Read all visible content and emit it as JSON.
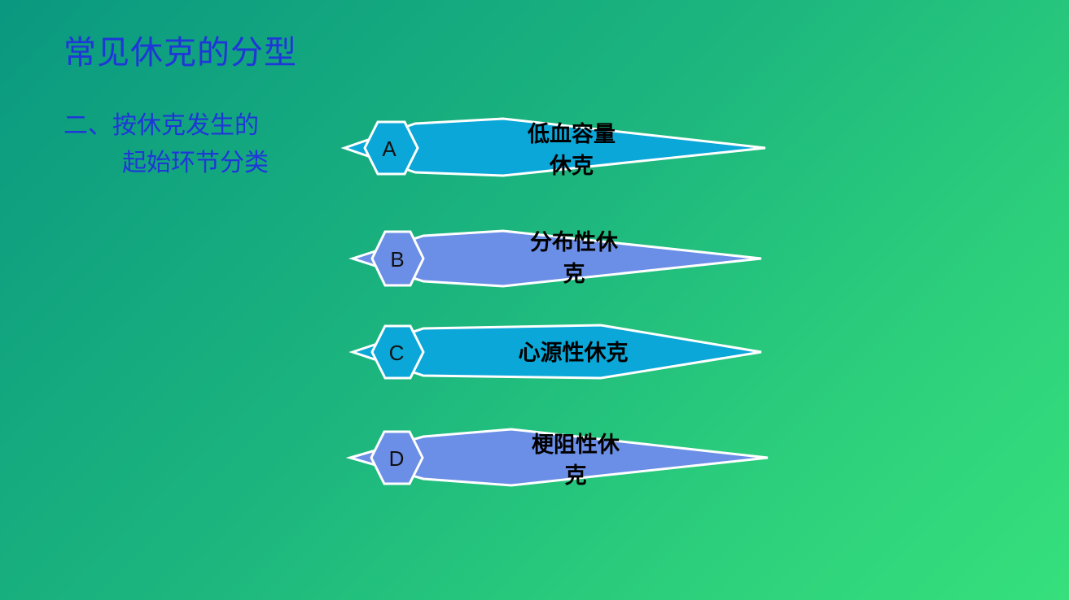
{
  "slide": {
    "title": "常见休克的分型",
    "subtitle_line1": "二、按休克发生的",
    "subtitle_line2": "起始环节分类"
  },
  "items": [
    {
      "letter": "A",
      "label_line1": "低血容量",
      "label_line2": "休克",
      "color": "#0aa7d8"
    },
    {
      "letter": "B",
      "label_line1": "分布性休",
      "label_line2": "克",
      "color": "#6b8ee6"
    },
    {
      "letter": "C",
      "label_line1": "心源性休克",
      "label_line2": "",
      "color": "#0aa7d8"
    },
    {
      "letter": "D",
      "label_line1": "梗阻性休",
      "label_line2": "克",
      "color": "#6b8ee6"
    }
  ],
  "colors": {
    "text_blue": "#1f36d8",
    "outline": "#ffffff"
  }
}
